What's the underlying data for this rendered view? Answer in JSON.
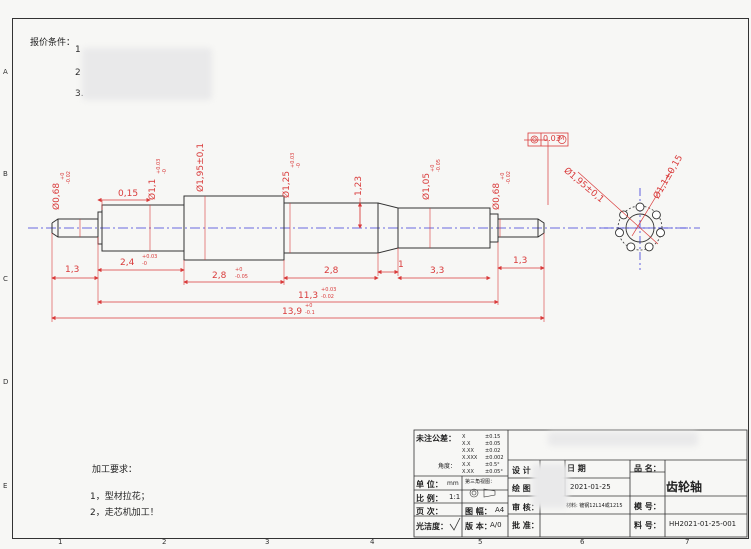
{
  "header": {
    "quote_conditions": "报价条件：",
    "items": [
      "1",
      "2",
      "3."
    ]
  },
  "zones": {
    "letters": [
      "A",
      "B",
      "C",
      "D",
      "E"
    ],
    "numbers": [
      "1",
      "2",
      "3",
      "4",
      "5",
      "6",
      "7"
    ]
  },
  "dimensions": {
    "d_068": "Ø0,68",
    "d_068_tol_top": "+0",
    "d_068_tol_bot": "-0.02",
    "len_015": "0,15",
    "d_11": "Ø1,1",
    "d_11_tol_top": "+0.03",
    "d_11_tol_bot": "-0",
    "d_195": "Ø1,95±0,1",
    "d_125": "Ø1,25",
    "d_125_tol_top": "+0.03",
    "d_125_tol_bot": "-0",
    "len_123": "1,23",
    "d_105": "Ø1,05",
    "d_105_tol_top": "+0",
    "d_105_tol_bot": "-0.05",
    "d_068b": "Ø0,68",
    "d_068b_tol_top": "+0",
    "d_068b_tol_bot": "-0.02",
    "len_13a": "1,3",
    "len_24": "2,4",
    "len_24_tol_top": "+0.03",
    "len_24_tol_bot": "-0",
    "len_28a": "2,8",
    "len_28a_tol_top": "+0",
    "len_28a_tol_bot": "-0.05",
    "len_28b": "2,8",
    "len_1": "1",
    "len_33": "3,3",
    "len_13b": "1,3",
    "len_113": "11,3",
    "len_113_tol_top": "+0.03",
    "len_113_tol_bot": "-0.02",
    "len_139": "13,9",
    "len_139_tol_top": "+0",
    "len_139_tol_bot": "-0.1",
    "concentricity": "0.03",
    "concentricity_ref": "M",
    "gear_d195": "Ø1,95±0,1",
    "gear_d11": "Ø1,1±0,15"
  },
  "requirements": {
    "title": "加工要求：",
    "items": [
      "1，型材拉花；",
      "2，走芯机加工！"
    ]
  },
  "title_block": {
    "tolerance_label": "未注公差：",
    "tolerance_rows": [
      {
        "k": "X",
        "v": "±0.15"
      },
      {
        "k": "X.X",
        "v": "±0.05"
      },
      {
        "k": "X.XX",
        "v": "±0.02"
      },
      {
        "k": "X.XXX",
        "v": "±0.002"
      }
    ],
    "angle_label": "角度：",
    "angle_rows": [
      {
        "k": "X.X",
        "v": "±0.5°"
      },
      {
        "k": "X.XX",
        "v": "±0.05°"
      }
    ],
    "unit_label": "单 位：",
    "unit_value": "mm",
    "projection_label": "第三角视图：",
    "scale_label": "比 例：",
    "scale_value": "1:1",
    "sheet_label": "图 幅：",
    "sheet_value": "A4",
    "page_label": "页 次：",
    "finish_label": "光洁度：",
    "version_label": "版 本：",
    "version_value": "A/0",
    "design_label": "设 计",
    "date_label": "日 期",
    "draw_label": "绘 图",
    "draw_date": "2021-01-25",
    "review_label": "审 核：",
    "material": "材料: 镀钢12L14或1215",
    "approve_label": "批 准：",
    "product_label": "品 名：",
    "product_name": "齿轮轴",
    "model_label": "模 号：",
    "part_label": "料 号：",
    "part_number": "HH2021-01-25-001"
  },
  "colors": {
    "dim": "#d93a3a",
    "center": "#3a3ad9",
    "part": "#333333"
  }
}
